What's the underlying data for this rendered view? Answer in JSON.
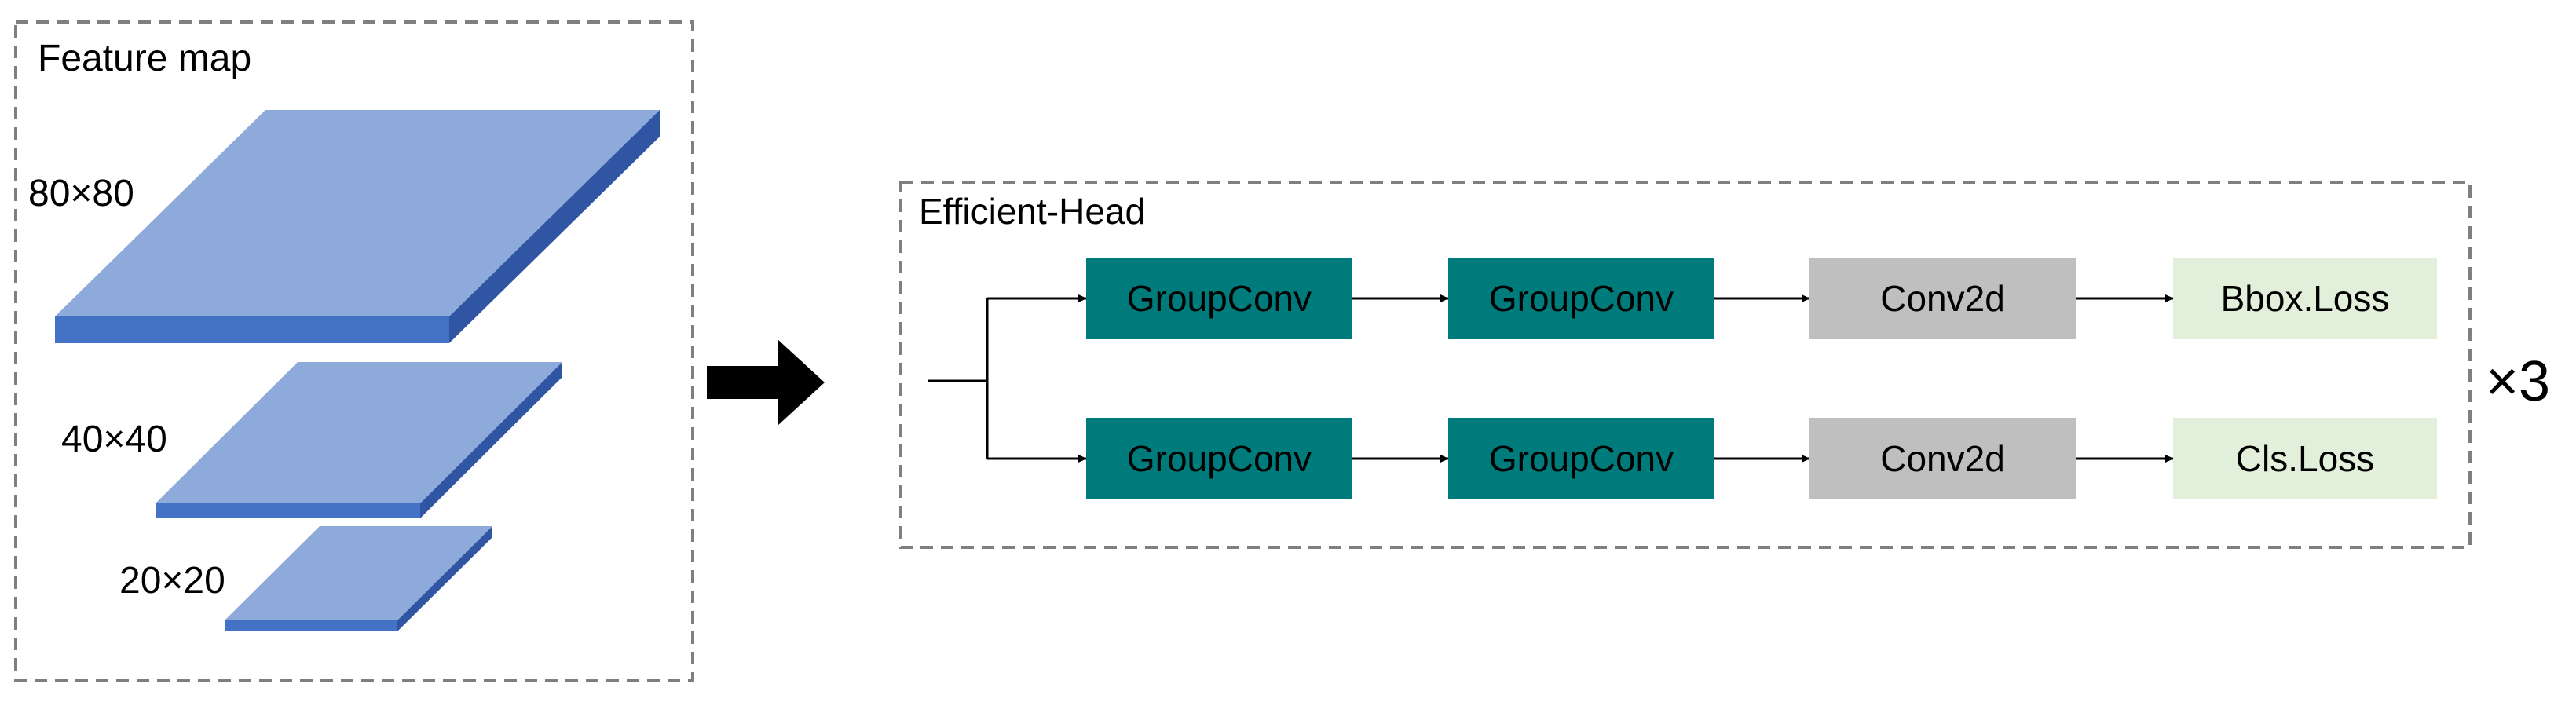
{
  "feature_map": {
    "title": "Feature map",
    "levels": [
      {
        "label": "80×80"
      },
      {
        "label": "40×40"
      },
      {
        "label": "20×20"
      }
    ]
  },
  "head": {
    "title": "Efficient-Head",
    "rows": [
      {
        "blocks": [
          "GroupConv",
          "GroupConv",
          "Conv2d",
          "Bbox.Loss"
        ]
      },
      {
        "blocks": [
          "GroupConv",
          "GroupConv",
          "Conv2d",
          "Cls.Loss"
        ]
      }
    ],
    "repeat": "×3"
  },
  "colors": {
    "layer_top": "#8eaadb",
    "layer_front": "#4472c4",
    "layer_side": "#2f55a3",
    "groupconv": "#007b7b",
    "conv2d": "#bfbfbf",
    "loss": "#e2efda",
    "border": "#7f7f7f",
    "arrow": "#000000"
  }
}
